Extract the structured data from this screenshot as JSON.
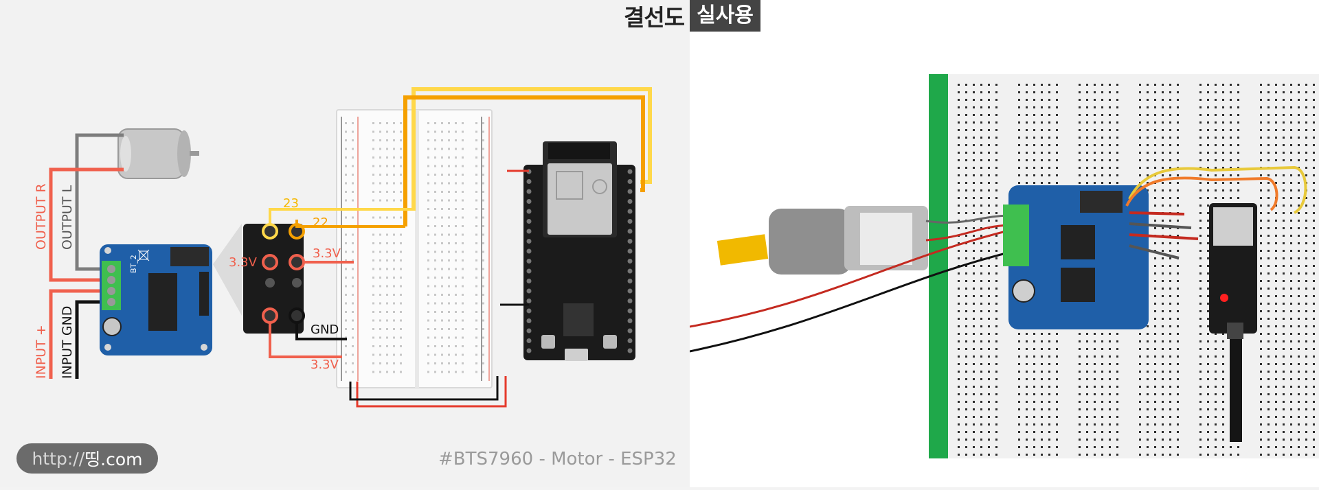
{
  "title": {
    "main": "결선도",
    "tag": "실사용"
  },
  "url": {
    "prefix": "http://",
    "domain": "띵.com"
  },
  "caption": "#BTS7960 - Motor - ESP32",
  "motor_labels": {
    "output_r": "OUTPUT R",
    "output_l": "OUTPUT L",
    "input_plus": "INPUT +",
    "input_gnd": "INPUT GND"
  },
  "board_label": "BT_2",
  "pin_labels": {
    "p23": "23",
    "p22": "22",
    "v33_left": "3.3V",
    "v33_right": "3.3V",
    "gnd": "GND",
    "v33_bottom": "3.3V"
  },
  "colors": {
    "red": "#f0604d",
    "yellow": "#ffd84a",
    "orange": "#f5a000",
    "gray": "#7d7d7d",
    "black": "#111111",
    "blue_board": "#1f5fa8",
    "green_terminal": "#3fbf4f",
    "breadboard": "#fafafa"
  }
}
